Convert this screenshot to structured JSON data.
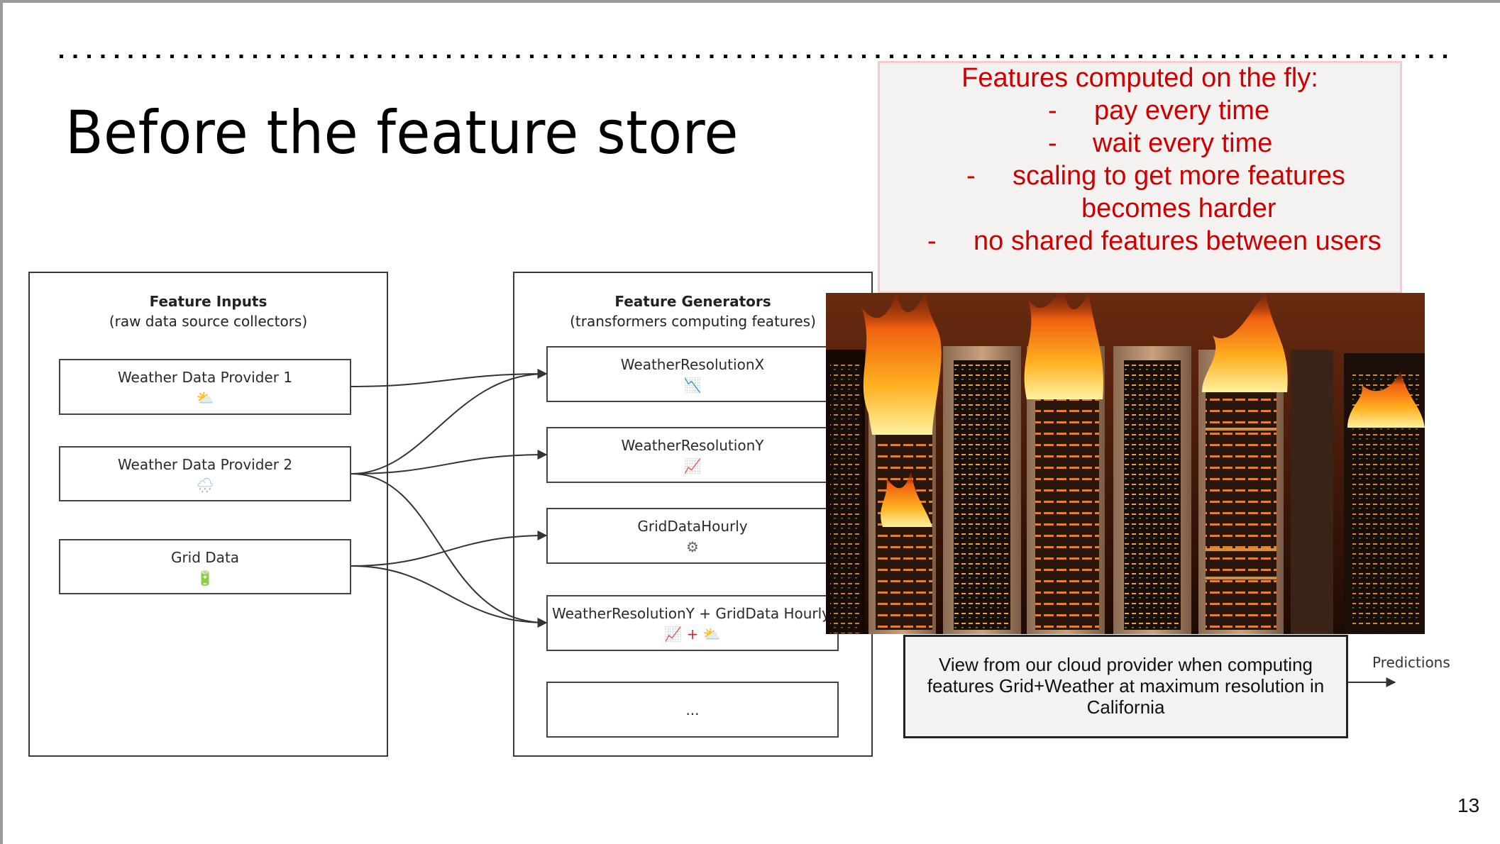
{
  "slide": {
    "title": "Before the feature store",
    "page_number": "13"
  },
  "notes": {
    "heading": "Features computed on the fly:",
    "bullets": [
      {
        "dash": "-",
        "text": "pay every time"
      },
      {
        "dash": "-",
        "text": "wait every time"
      },
      {
        "dash": "-",
        "text": "scaling to get more features",
        "continuation": "becomes harder"
      },
      {
        "dash": "-",
        "text": "no shared features between users"
      }
    ],
    "text_color": "#cc0000",
    "background": "#f3f2f1",
    "border_color": "#f5cccc"
  },
  "diagram": {
    "inputs": {
      "title": "Feature Inputs",
      "subtitle": "(raw data source collectors)",
      "nodes": [
        {
          "label": "Weather Data Provider 1",
          "icon": "sun-behind-cloud-icon",
          "glyph": "⛅"
        },
        {
          "label": "Weather Data Provider 2",
          "icon": "cloud-with-rain-icon",
          "glyph": "🌧"
        },
        {
          "label": "Grid Data",
          "icon": "battery-icon",
          "glyph": "🔋"
        }
      ]
    },
    "generators": {
      "title": "Feature Generators",
      "subtitle": "(transformers computing features)",
      "nodes": [
        {
          "label": "WeatherResolutionX",
          "icon": "chart-decreasing-icon",
          "glyph": "📉"
        },
        {
          "label": "WeatherResolutionY",
          "icon": "chart-increasing-icon",
          "glyph": "📈"
        },
        {
          "label": "GridDataHourly",
          "icon": "gear-icon",
          "glyph": "⚙"
        },
        {
          "label": "WeatherResolutionY + GridData Hourly",
          "icon": "chart-increasing-plus-sun-icon",
          "glyph": "📈 + ⛅"
        },
        {
          "label": "...",
          "icon": "",
          "glyph": ""
        }
      ]
    },
    "edges": [
      {
        "from": "Weather Data Provider 1",
        "to": "WeatherResolutionX"
      },
      {
        "from": "Weather Data Provider 2",
        "to": "WeatherResolutionX"
      },
      {
        "from": "Weather Data Provider 2",
        "to": "WeatherResolutionY"
      },
      {
        "from": "Weather Data Provider 2",
        "to": "WeatherResolutionY + GridData Hourly"
      },
      {
        "from": "Grid Data",
        "to": "GridDataHourly"
      },
      {
        "from": "Grid Data",
        "to": "WeatherResolutionY + GridData Hourly"
      }
    ],
    "output": {
      "caption": "View from our cloud provider when computing features Grid+Weather at maximum resolution in California",
      "label": "Predictions"
    }
  },
  "photo": {
    "description": "Server racks in a data center on fire"
  }
}
